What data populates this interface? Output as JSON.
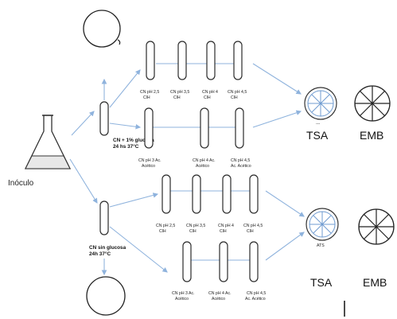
{
  "inoculum": {
    "label": "Inóculo"
  },
  "upper_branch": {
    "condition": [
      "CN + 1% glucosa",
      "24 hs 37°C"
    ],
    "row_a": [
      [
        "CN pH 2,5",
        "ClH"
      ],
      [
        "CN pH 3,5",
        "ClH"
      ],
      [
        "CN pH 4",
        "ClH"
      ],
      [
        "CN pH 4,5",
        "ClH"
      ]
    ],
    "row_b": [
      [
        "CN pH 3 Ac.",
        "Acético"
      ],
      [
        "CN pH 4 Ac.",
        "Acético"
      ],
      [
        "CN pH 4,5",
        "Ac. Acético"
      ]
    ],
    "plate_caption": "TSA",
    "plate_caption_2": "EMB",
    "plate_mark": "---"
  },
  "lower_branch": {
    "condition": [
      "CN sin glucosa",
      "24h 37°C"
    ],
    "row_a": [
      [
        "CN pH 2,5",
        "ClH"
      ],
      [
        "CN pH 3,5",
        "ClH"
      ],
      [
        "CN pH 4",
        "ClH"
      ],
      [
        "CN pH 4,5",
        "ClH"
      ]
    ],
    "row_b": [
      [
        "CN pH 3 Ac.",
        "Acético"
      ],
      [
        "CN pH 4 Ac.",
        "Acético"
      ],
      [
        "CN pH 4,5",
        "Ac. Acético"
      ]
    ],
    "plate_caption": "TSA",
    "plate_caption_2": "EMB",
    "plate_mark": "ATS"
  }
}
